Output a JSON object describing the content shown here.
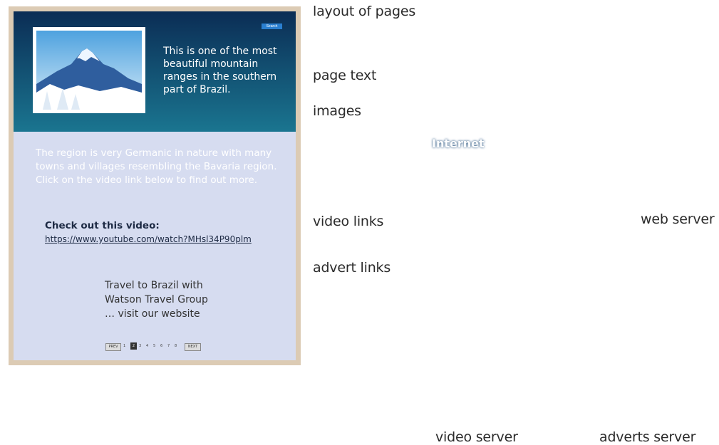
{
  "labels": {
    "layout": "layout of pages",
    "page_text": "page text",
    "images": "images",
    "video_links": "video links",
    "advert_links": "advert links",
    "internet": "Internet",
    "web_server": "web server",
    "video_server": "video server",
    "adverts_server": "adverts server"
  },
  "webpage": {
    "search_label": "Search",
    "intro_text": "This is one of the most beautiful mountain ranges in the southern part of Brazil.",
    "region_text": "The region is very Germanic in nature with many towns and villages resembling the Bavaria region. Click on the video link below to find out more.",
    "video_title": "Check out this video:",
    "video_url": "https://www.youtube.com/watch?MHsl34P90plm",
    "ad_text": "Travel to Brazil with Watson Travel Group … visit our website",
    "pager": {
      "prev": "PREV",
      "next": "NEXT",
      "pages": [
        "1",
        "2",
        "3",
        "4",
        "5",
        "6",
        "7",
        "8"
      ],
      "active_index": 1
    }
  },
  "colors": {
    "frame": "#dccbb4",
    "header_dark": "#0d3a66",
    "header_mid": "#166a8c",
    "region_box": "#6980b4",
    "video_band": "#40b4e0",
    "page_bg": "#d6dcf0",
    "arrow_dashed": "#9a9a9a"
  }
}
